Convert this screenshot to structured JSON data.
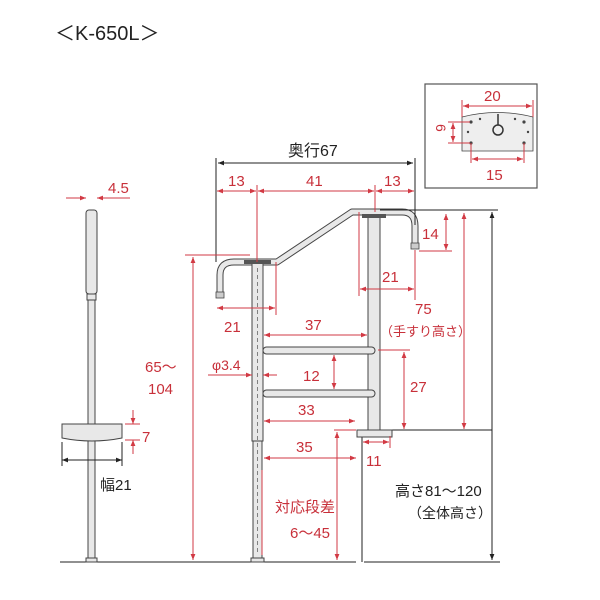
{
  "title": "＜K-650L＞",
  "colors": {
    "dimension": "#c8303a",
    "outline": "#222222",
    "part_fill": "#e8e8e8"
  },
  "side_view": {
    "pipe_diameter": "4.5",
    "base_height": "7",
    "width_label": "幅21"
  },
  "front_view": {
    "depth_label": "奥行67",
    "top_dims": [
      "13",
      "41",
      "13"
    ],
    "grip_left": "21",
    "rung_upper_length": "37",
    "pipe_diameter": "φ3.4",
    "rung_spacing": "12",
    "rung_height": "27",
    "rung_lower_length": "33",
    "base_length": "35",
    "step_edge": "11",
    "grip_drop": "14",
    "grip_right": "21",
    "handrail_height_value": "75",
    "handrail_height_note": "（手すり高さ）",
    "post_height_line1": "65～",
    "post_height_line2": "104",
    "step_range_line1": "対応段差",
    "step_range_line2": "6～45",
    "total_height_line1": "高さ81～120",
    "total_height_line2": "（全体高さ）"
  },
  "inset": {
    "width": "20",
    "height": "6",
    "hole_pitch": "15"
  }
}
